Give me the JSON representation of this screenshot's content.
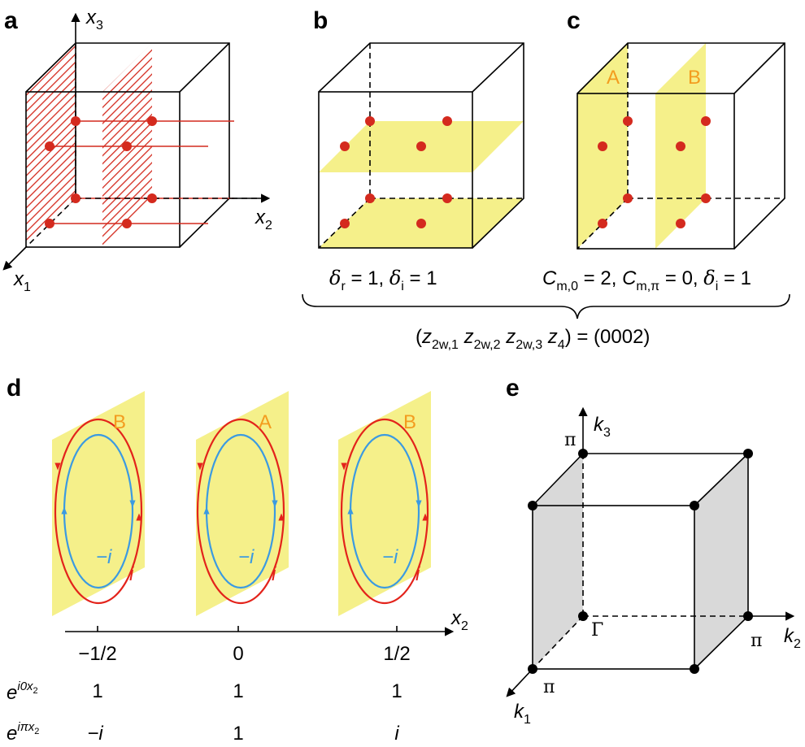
{
  "panels": {
    "a": "a",
    "b": "b",
    "c": "c",
    "d": "d",
    "e": "e"
  },
  "axes_a": {
    "x1": "x",
    "x1_sub": "1",
    "x2": "x",
    "x2_sub": "2",
    "x3": "x",
    "x3_sub": "3"
  },
  "panel_b_caption": {
    "r1": "δ",
    "r1_sub": "r",
    "v1": " = 1, ",
    "r2": "δ",
    "r2_sub": "i",
    "v2": " = 1"
  },
  "panel_c_caption": {
    "c1": "C",
    "c1_sub": "m,0",
    "v1": " = 2, ",
    "c2": "C",
    "c2_sub": "m,π",
    "v2": " = 0, ",
    "d": "δ",
    "d_sub": "i",
    "v3": " = 1"
  },
  "panel_c_planes": {
    "A": "A",
    "B": "B"
  },
  "brace_label": {
    "open": "(",
    "z": "z",
    "s1": "2w,1",
    "s2": "2w,2",
    "s3": "2w,3",
    "s4": "4",
    "close": ") = (0002)"
  },
  "panel_d": {
    "plane_labels": [
      "B",
      "A",
      "B"
    ],
    "inner_label": "−i",
    "outer_label": "i",
    "axis_label": "x",
    "axis_sub": "2",
    "ticks": [
      "−1/2",
      "0",
      "1/2"
    ],
    "row1_label": "e",
    "row1_sup": "i0x",
    "row1_sup_sub": "2",
    "row1_values": [
      "1",
      "1",
      "1"
    ],
    "row2_label": "e",
    "row2_sup": "iπx",
    "row2_sup_sub": "2",
    "row2_values": [
      "−i",
      "1",
      "i"
    ]
  },
  "panel_e": {
    "k1": "k",
    "k1_sub": "1",
    "k2": "k",
    "k2_sub": "2",
    "k3": "k",
    "k3_sub": "3",
    "gamma": "Γ",
    "pi_top": "π",
    "pi_right": "π",
    "pi_bottom": "π"
  },
  "colors": {
    "hatch": "#d42a1e",
    "dot": "#d42a1e",
    "plane": "#f5f08a",
    "label_orange": "#f39c1f",
    "blue": "#3b9ae1",
    "red": "#e3231b",
    "gray_face": "#d9d9d9"
  }
}
